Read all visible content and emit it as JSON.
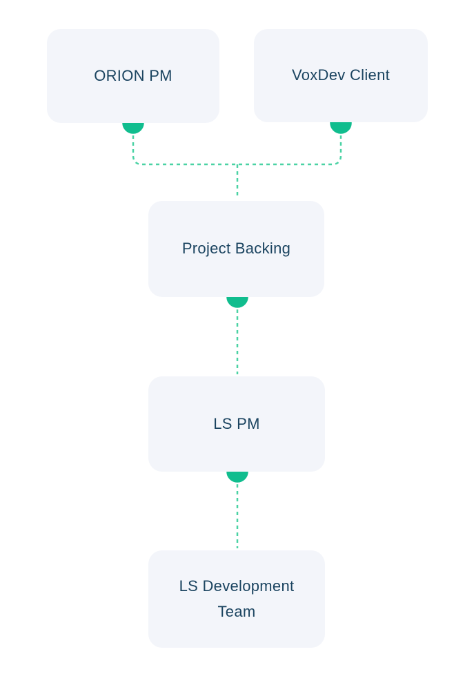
{
  "diagram": {
    "type": "org-flowchart",
    "nodes": [
      {
        "id": "orion-pm",
        "label": "ORION PM"
      },
      {
        "id": "voxdev-client",
        "label": "VoxDev Client"
      },
      {
        "id": "project-backing",
        "label": "Project Backing"
      },
      {
        "id": "ls-pm",
        "label": "LS PM"
      },
      {
        "id": "ls-development-team",
        "label": "LS Development Team"
      }
    ],
    "edges": [
      {
        "from": "ORION PM",
        "to": "Project Backing",
        "style": "dashed"
      },
      {
        "from": "VoxDev Client",
        "to": "Project Backing",
        "style": "dashed"
      },
      {
        "from": "Project Backing",
        "to": "LS PM",
        "style": "dashed"
      },
      {
        "from": "LS PM",
        "to": "LS Development Team",
        "style": "dashed"
      }
    ],
    "colors": {
      "background": "#ffffff",
      "node_fill": "#f3f5fa",
      "node_text": "#1b4460",
      "connector": "#4ad2a4",
      "dot": "#10bd8e",
      "dot_ring": "#ffffff"
    }
  }
}
